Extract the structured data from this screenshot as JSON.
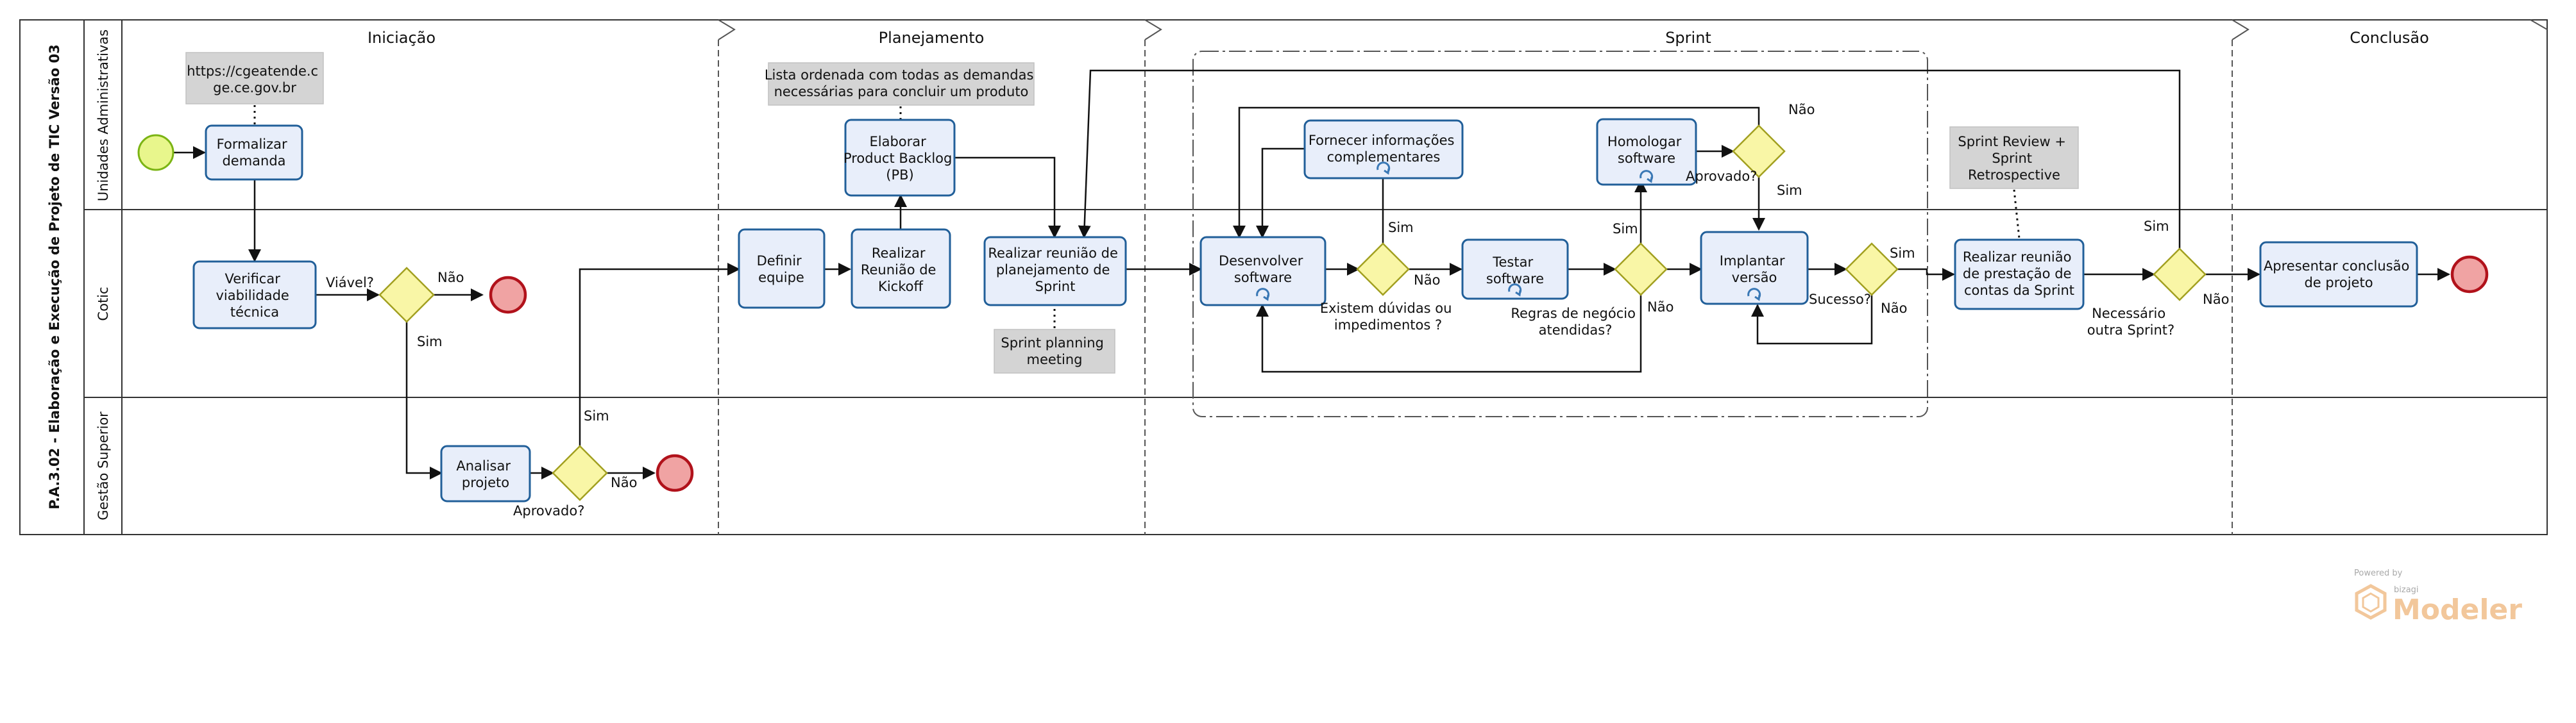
{
  "diagram": {
    "pool_title": "P.A.3.02 - Elaboração e Execução de Projeto de TIC Versão 03",
    "lanes": [
      "Unidades Administrativas",
      "Cotic",
      "Gestão Superior"
    ],
    "phases": [
      "Iniciação",
      "Planejamento",
      "Sprint",
      "Conclusão"
    ],
    "tasks": {
      "formalizar": [
        "Formalizar",
        "demanda"
      ],
      "verificar": [
        "Verificar",
        "viabilidade",
        "técnica"
      ],
      "analisar": [
        "Analisar",
        "projeto"
      ],
      "definir": [
        "Definir",
        "equipe"
      ],
      "kickoff": [
        "Realizar",
        "Reunião de",
        "Kickoff"
      ],
      "backlog": [
        "Elaborar",
        "Product Backlog",
        "(PB)"
      ],
      "planejamento": [
        "Realizar reunião de",
        "planejamento de",
        "Sprint"
      ],
      "desenvolver": [
        "Desenvolver",
        "software"
      ],
      "fornecer": [
        "Fornecer informações",
        "complementares"
      ],
      "testar": [
        "Testar",
        "software"
      ],
      "homologar": [
        "Homologar",
        "software"
      ],
      "implantar": [
        "Implantar",
        "versão"
      ],
      "prestacao": [
        "Realizar reunião",
        "de prestação de",
        "contas da Sprint"
      ],
      "apresentar": [
        "Apresentar conclusão",
        "de projeto"
      ]
    },
    "notes": {
      "url": [
        "https://cgeatende.c",
        "ge.ce.gov.br"
      ],
      "lista": [
        "Lista ordenada com todas as demandas",
        "necessárias para concluir um produto"
      ],
      "meeting": [
        "Sprint planning",
        "meeting"
      ],
      "review": [
        "Sprint Review +",
        "Sprint",
        "Retrospective"
      ]
    },
    "gateways": {
      "viavel": [
        "Viável?"
      ],
      "aprovado1": [
        "Aprovado?"
      ],
      "duvidas": [
        "Existem dúvidas ou",
        "impedimentos ?"
      ],
      "regras": [
        "Regras de negócio",
        "atendidas?"
      ],
      "aprovado2": [
        "Aprovado?"
      ],
      "sucesso": [
        "Sucesso?"
      ],
      "outra": [
        "Necessário",
        "outra Sprint?"
      ]
    },
    "flow_labels": {
      "sim": "Sim",
      "nao": "Não"
    }
  },
  "branding": {
    "powered_by": "Powered by",
    "vendor": "bizagi",
    "product": "Modeler"
  }
}
